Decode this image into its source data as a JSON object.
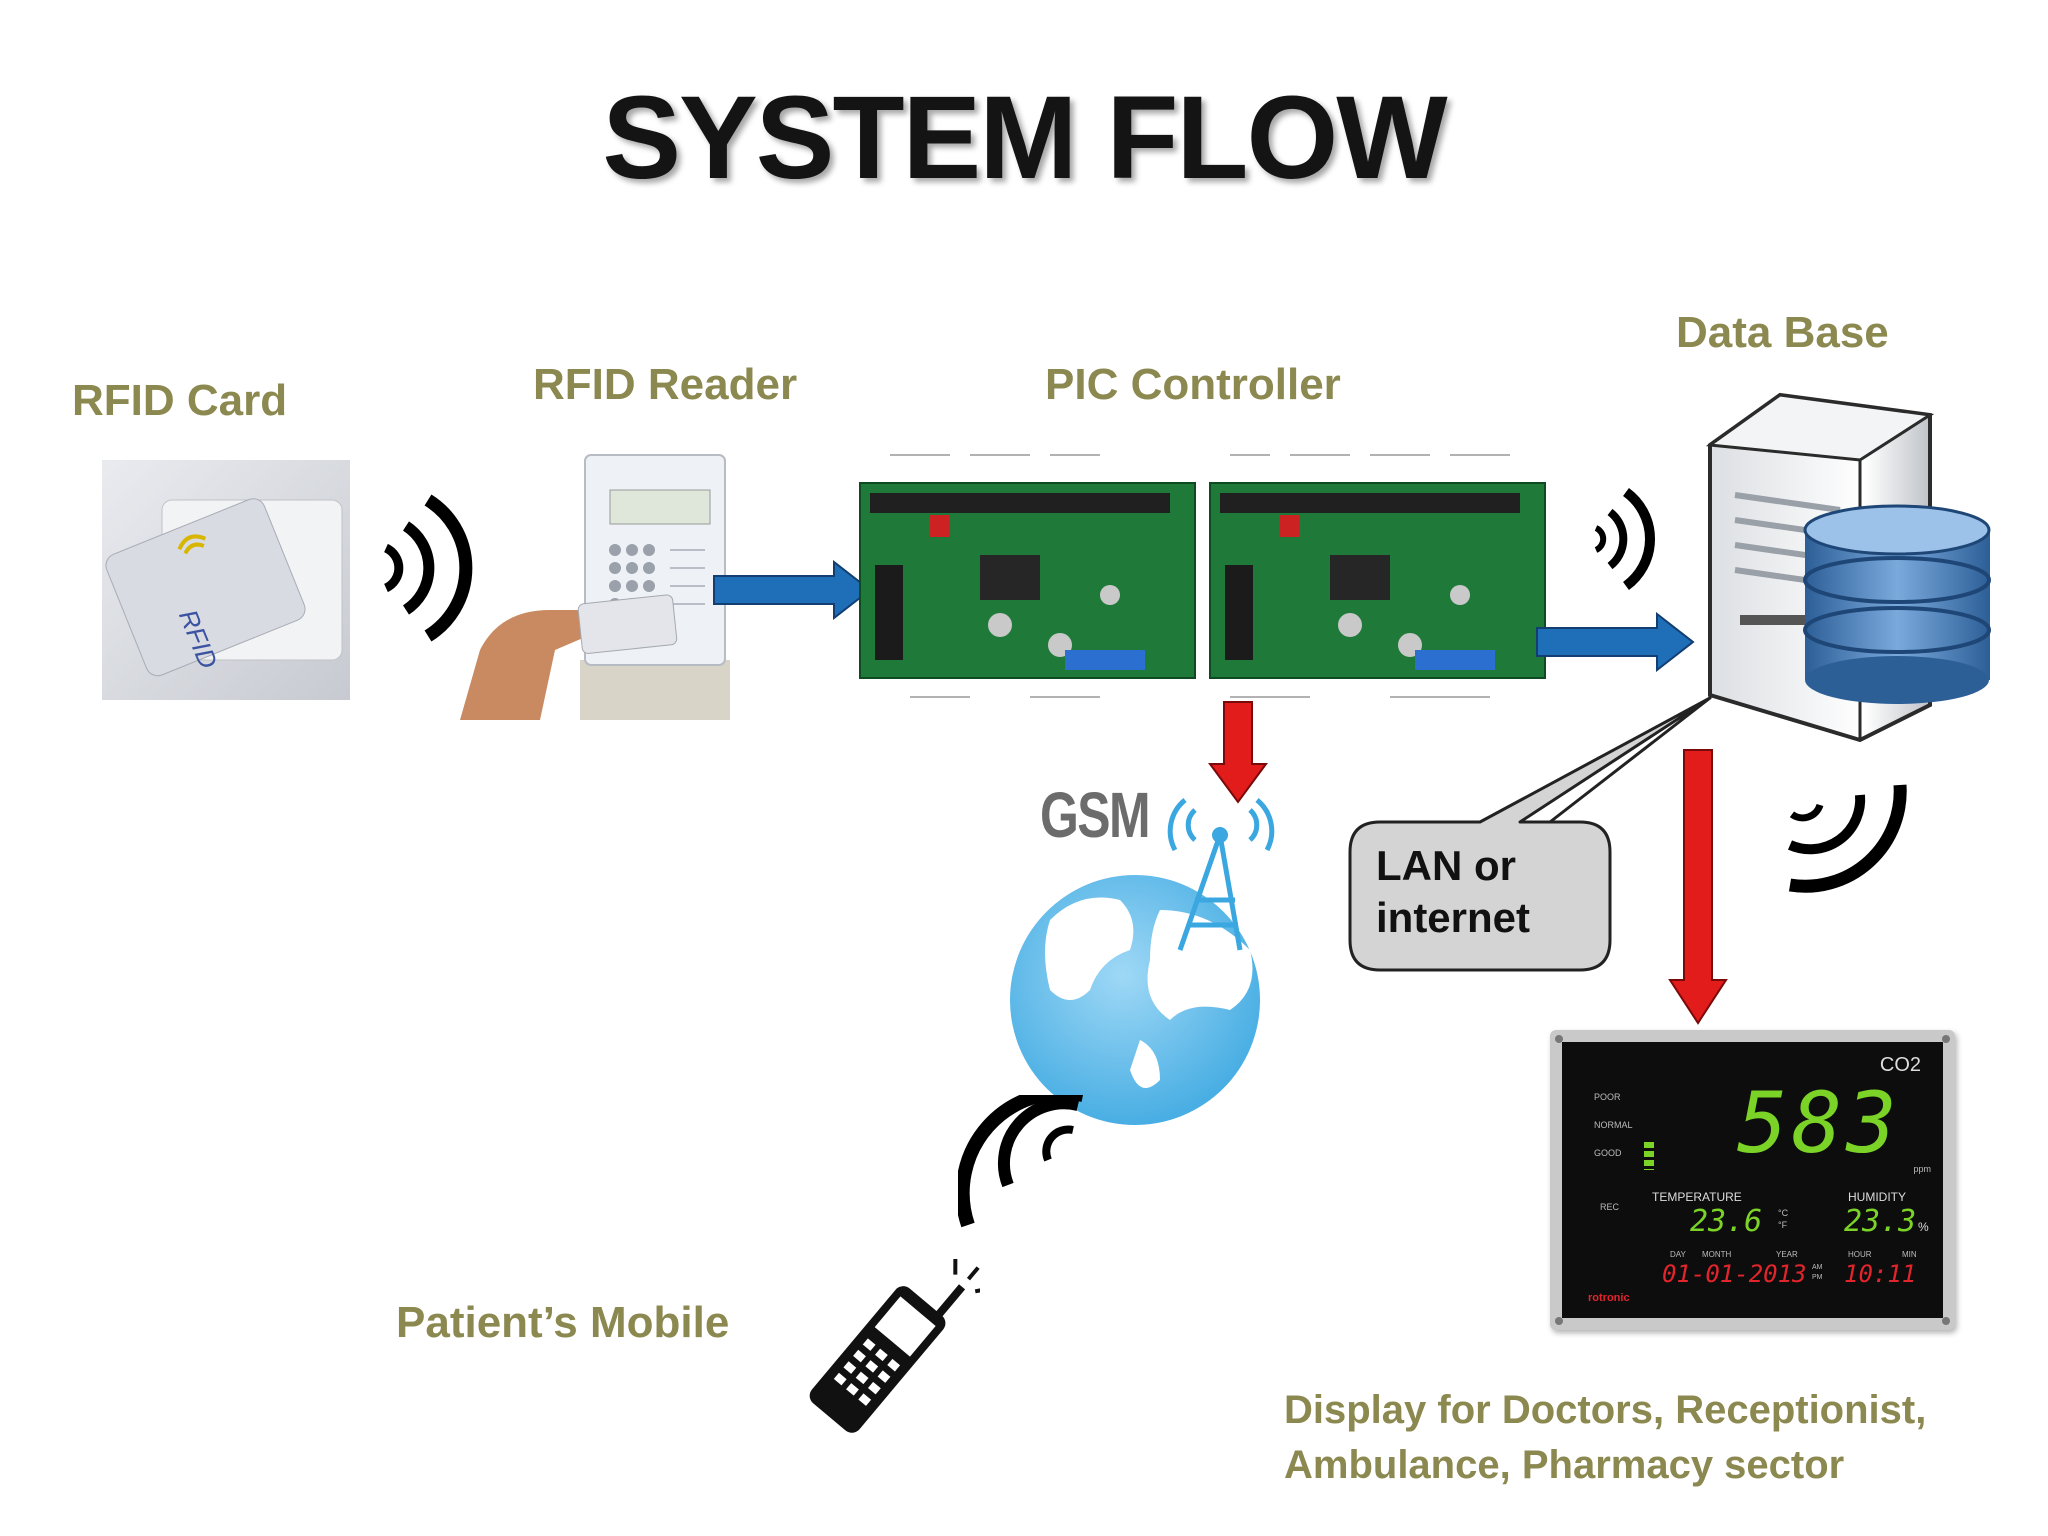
{
  "title": "SYSTEM FLOW",
  "nodes": {
    "rfid_card": {
      "label": "RFID Card",
      "card_text": "RFID"
    },
    "rfid_reader": {
      "label": "RFID Reader"
    },
    "pic_controller": {
      "label": "PIC Controller"
    },
    "database": {
      "label": "Data Base"
    },
    "gsm": {
      "label": "GSM"
    },
    "mobile": {
      "label": "Patient’s Mobile"
    },
    "callout": {
      "line1": "LAN or",
      "line2": "internet"
    },
    "display": {
      "caption_line1": "Display for Doctors, Receptionist,",
      "caption_line2": "Ambulance, Pharmacy sector",
      "gas": "CO2",
      "reading": "583",
      "unit": "ppm",
      "levels": [
        "POOR",
        "NORMAL",
        "GOOD"
      ],
      "rec": "REC",
      "temperature_label": "TEMPERATURE",
      "temperature_value": "23.6",
      "temperature_units": [
        "°C",
        "°F"
      ],
      "humidity_label": "HUMIDITY",
      "humidity_value": "23.3",
      "humidity_unit": "%",
      "date_labels": [
        "DAY",
        "MONTH",
        "YEAR"
      ],
      "date_value": "01-01-2013",
      "time_labels": [
        "HOUR",
        "MIN"
      ],
      "time_value": "10:11",
      "ampm": [
        "AM",
        "PM"
      ],
      "brand": "rotronic"
    }
  },
  "colors": {
    "label": "#8b8850",
    "arrow_blue": "#1f6fb8",
    "arrow_red": "#e21b1b",
    "callout_fill": "#d4d4d4",
    "display_green": "#7ad326",
    "display_red": "#e2242b"
  },
  "icons": [
    "wifi-signal-icon",
    "globe-icon",
    "antenna-tower-icon",
    "mobile-phone-icon",
    "server-icon",
    "database-cylinder-icon",
    "circuit-board-icon"
  ]
}
